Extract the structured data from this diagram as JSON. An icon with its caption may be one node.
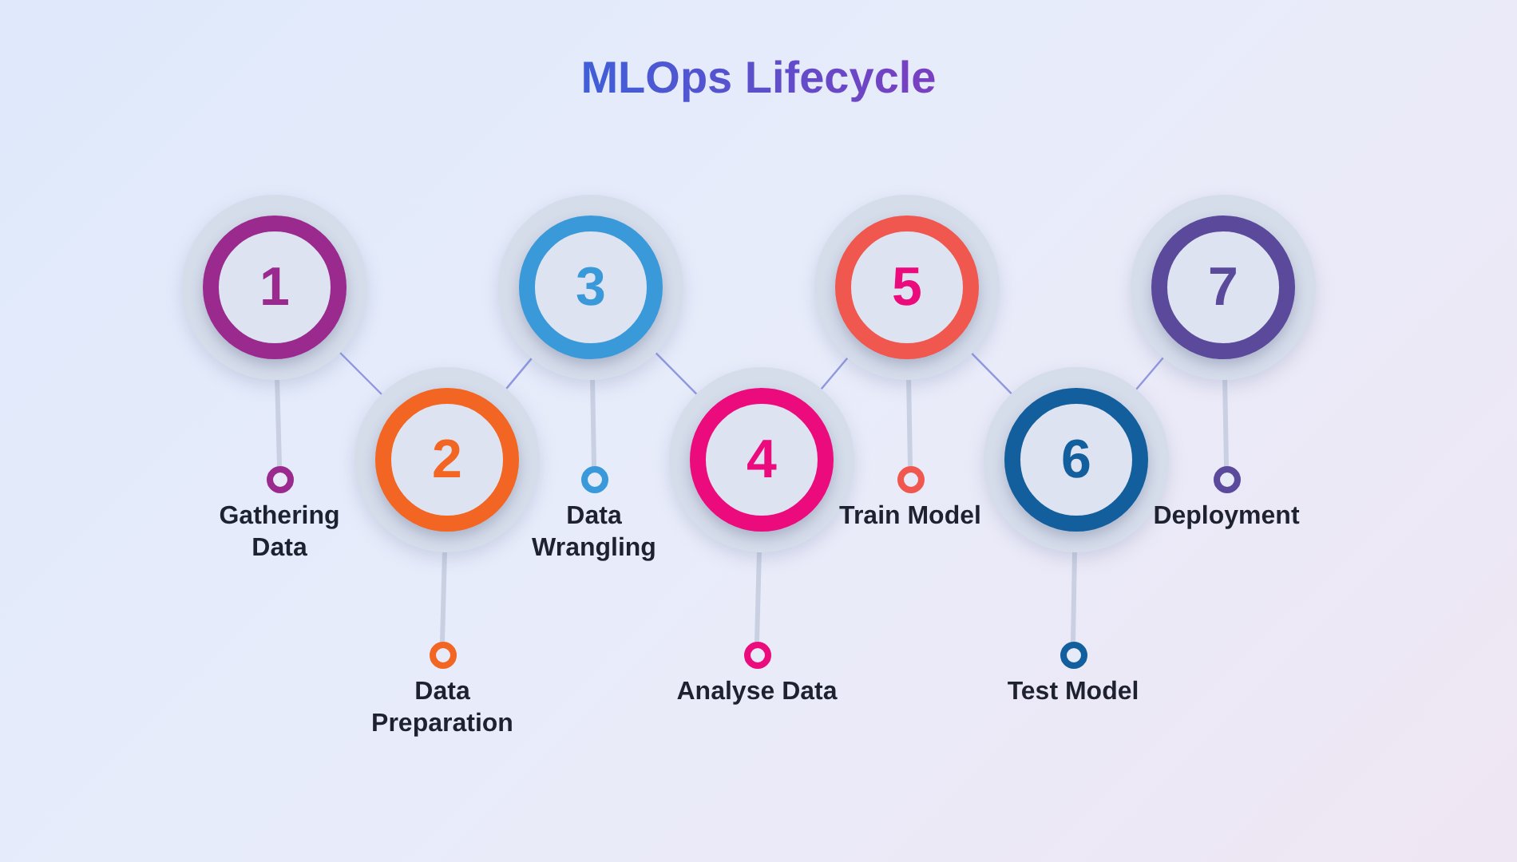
{
  "diagram": {
    "title": "MLOps Lifecycle",
    "nodes": [
      {
        "text": [
          "1"
        ]
      },
      {
        "text": [
          "Gathering Data"
        ]
      },
      {
        "text": [
          "2"
        ]
      },
      {
        "text": [
          "Data Preparation"
        ]
      },
      {
        "text": [
          "3"
        ]
      },
      {
        "text": [
          "Data Wrangling"
        ]
      },
      {
        "text": [
          "4"
        ]
      },
      {
        "text": [
          "Analyse Data"
        ]
      },
      {
        "text": [
          "5"
        ]
      },
      {
        "text": [
          "Train Model"
        ]
      },
      {
        "text": [
          "6"
        ]
      },
      {
        "text": [
          "Test Model"
        ]
      },
      {
        "text": [
          "7"
        ]
      },
      {
        "text": [
          "Deployment"
        ]
      }
    ],
    "edges": [
      {
        "from": 0,
        "to": 2,
        "arrow": "none"
      },
      {
        "from": 2,
        "to": 4,
        "arrow": "none"
      },
      {
        "from": 4,
        "to": 6,
        "arrow": "none"
      },
      {
        "from": 6,
        "to": 8,
        "arrow": "none"
      },
      {
        "from": 8,
        "to": 10,
        "arrow": "none"
      },
      {
        "from": 10,
        "to": 12,
        "arrow": "none"
      },
      {
        "from": 0,
        "to": 1,
        "arrow": "none"
      },
      {
        "from": 2,
        "to": 3,
        "arrow": "none"
      },
      {
        "from": 4,
        "to": 5,
        "arrow": "none"
      },
      {
        "from": 6,
        "to": 7,
        "arrow": "none"
      },
      {
        "from": 8,
        "to": 9,
        "arrow": "none"
      },
      {
        "from": 10,
        "to": 11,
        "arrow": "none"
      },
      {
        "from": 12,
        "to": 13,
        "arrow": "none"
      }
    ]
  }
}
